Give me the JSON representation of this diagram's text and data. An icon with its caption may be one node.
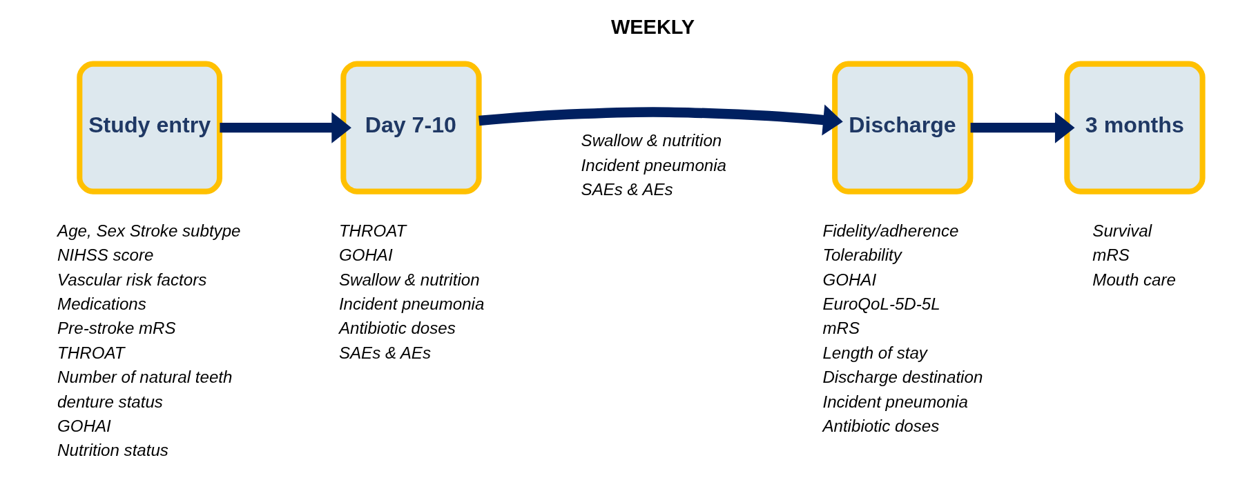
{
  "diagram": {
    "nodes": [
      {
        "text": [
          "Study entry"
        ],
        "beside": [
          "Age, Sex Stroke subtype",
          "NIHSS score",
          "Vascular risk factors",
          "Medications",
          "Pre-stroke mRS",
          "THROAT",
          "Number of natural teeth",
          "denture status",
          "GOHAI",
          "Nutrition status"
        ]
      },
      {
        "text": [
          "Day 7-10"
        ],
        "beside": [
          "THROAT",
          "GOHAI",
          "Swallow & nutrition",
          "Incident pneumonia",
          "Antibiotic doses",
          "SAEs & AEs"
        ]
      },
      {
        "text": [
          "Discharge"
        ],
        "beside": [
          "Fidelity/adherence",
          "Tolerability",
          "GOHAI",
          "EuroQoL-5D-5L",
          "mRS",
          "Length of stay",
          "Discharge destination",
          "Incident pneumonia",
          "Antibiotic doses"
        ]
      },
      {
        "text": [
          "3 months"
        ],
        "beside": [
          "Survival",
          "mRS",
          "Mouth care"
        ]
      }
    ],
    "edges": [
      {
        "from": 0,
        "to": 1,
        "arrow": "to"
      },
      {
        "from": 1,
        "to": 2,
        "arrow": "to"
      },
      {
        "from": 2,
        "to": 3,
        "arrow": "to"
      }
    ],
    "labels": [
      "Swallow & nutrition",
      "Incident pneumonia",
      "SAEs & AEs",
      "WEEKLY"
    ]
  }
}
